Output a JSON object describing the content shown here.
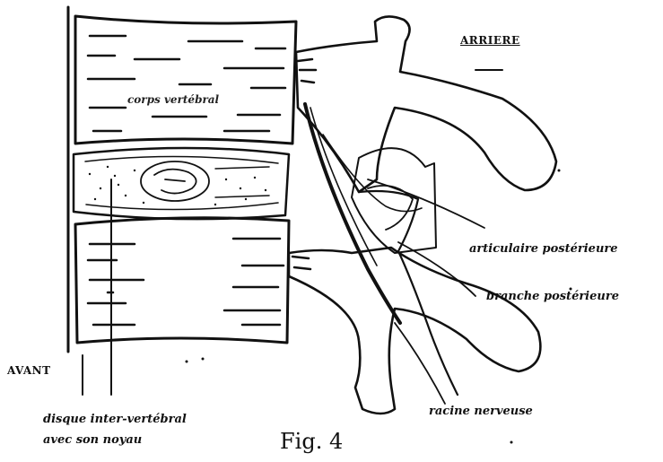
{
  "figure": {
    "caption": "Fig. 4",
    "labels": {
      "vertebral_body": "corps vertébral",
      "back": "ARRIERE",
      "front": "AVANT",
      "facet_joint": "articulaire postérieure",
      "posterior_branch": "branche postérieure",
      "nerve_root": "racine nerveuse",
      "disc_line1": "disque inter-vertébral",
      "disc_line2": "avec son noyau"
    }
  }
}
